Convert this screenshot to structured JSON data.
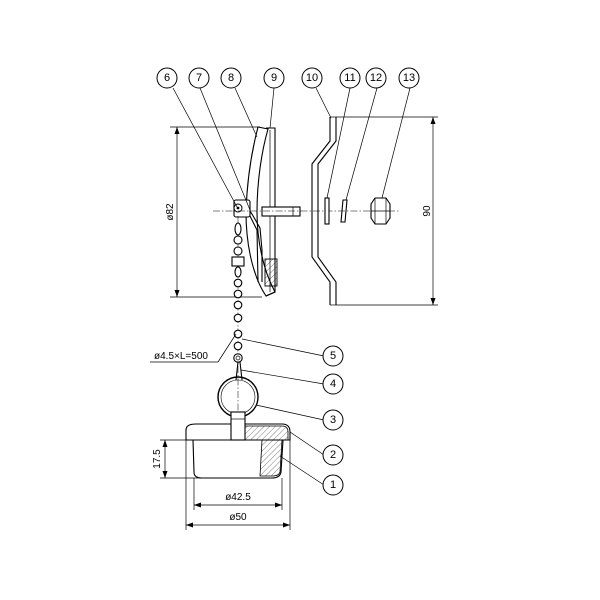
{
  "balloons": [
    {
      "id": "6",
      "label": "6"
    },
    {
      "id": "7",
      "label": "7"
    },
    {
      "id": "8",
      "label": "8"
    },
    {
      "id": "9",
      "label": "9"
    },
    {
      "id": "10",
      "label": "10"
    },
    {
      "id": "11",
      "label": "11"
    },
    {
      "id": "12",
      "label": "12"
    },
    {
      "id": "13",
      "label": "13"
    },
    {
      "id": "5",
      "label": "5"
    },
    {
      "id": "4",
      "label": "4"
    },
    {
      "id": "3",
      "label": "3"
    },
    {
      "id": "2",
      "label": "2"
    },
    {
      "id": "1",
      "label": "1"
    }
  ],
  "dimensions": {
    "diameter_82": "ø82",
    "height_90": "90",
    "chain": "ø4.5×L=500",
    "height_17_5": "17.5",
    "diameter_42_5": "ø42.5",
    "diameter_50": "ø50"
  }
}
